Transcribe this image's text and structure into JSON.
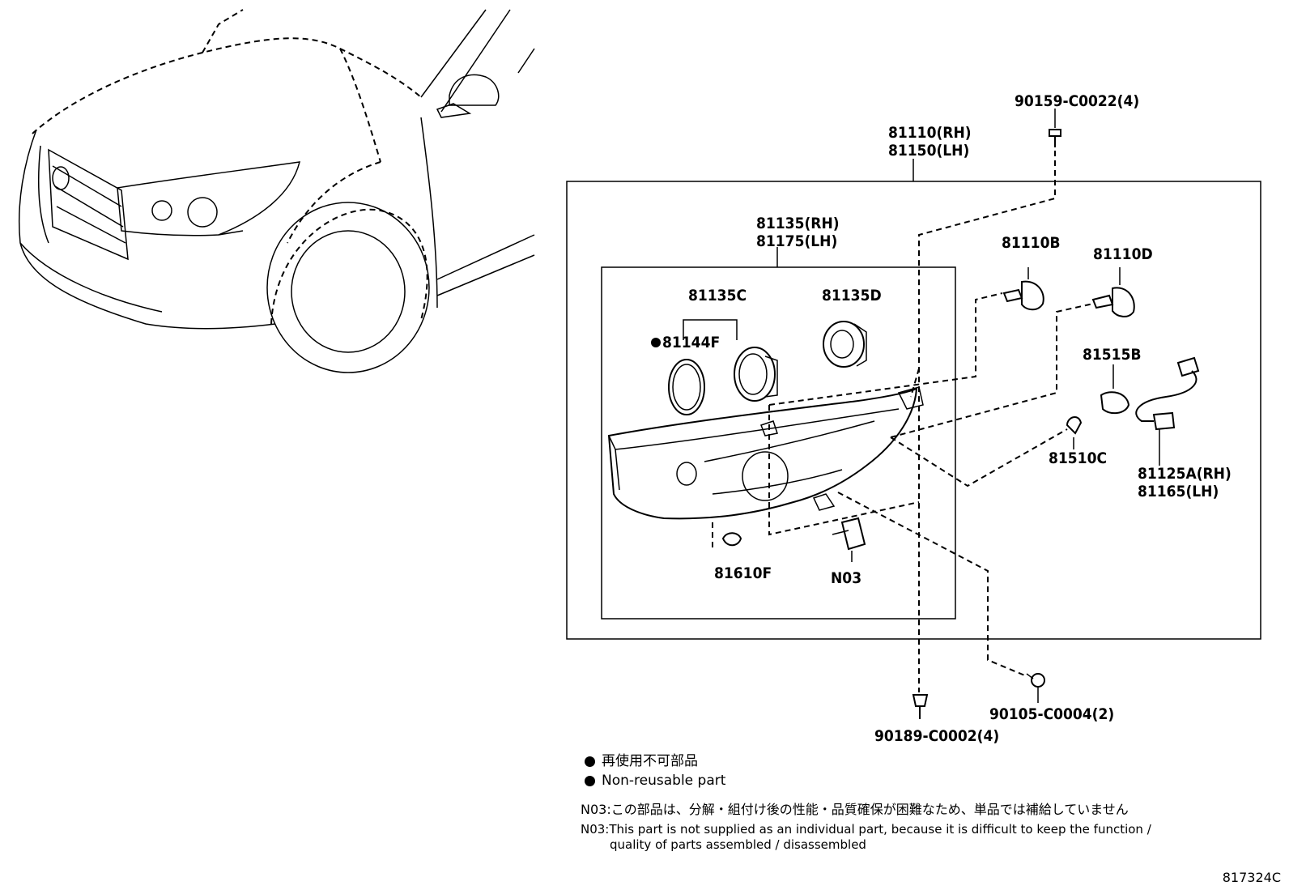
{
  "parts": {
    "headlamp_assy": [
      "81110(RH)",
      "81150(LH)"
    ],
    "housing": [
      "81135(RH)",
      "81175(LH)"
    ],
    "p81135c": "81135C",
    "p81144f": "81144F",
    "p81135d": "81135D",
    "p81110b": "81110B",
    "p81110d": "81110D",
    "p81515b": "81515B",
    "p81510c": "81510C",
    "wire": [
      "81125A(RH)",
      "81165(LH)"
    ],
    "p81610f": "81610F",
    "n03": "N03",
    "bolt_top": "90159-C0022(4)",
    "bolt_bottom": "90189-C0002(4)",
    "clip": "90105-C0004(2)"
  },
  "legend": {
    "ja": "再使用不可部品",
    "en": "Non-reusable part"
  },
  "notes": {
    "ja": "N03:この部品は、分解・組付け後の性能・品質確保が困難なため、単品では補給していません",
    "en_line1": "N03:This part is not supplied as an individual part, because it is difficult to keep the function /",
    "en_line2": "quality of parts assembled / disassembled"
  },
  "diagram_code": "817324C"
}
